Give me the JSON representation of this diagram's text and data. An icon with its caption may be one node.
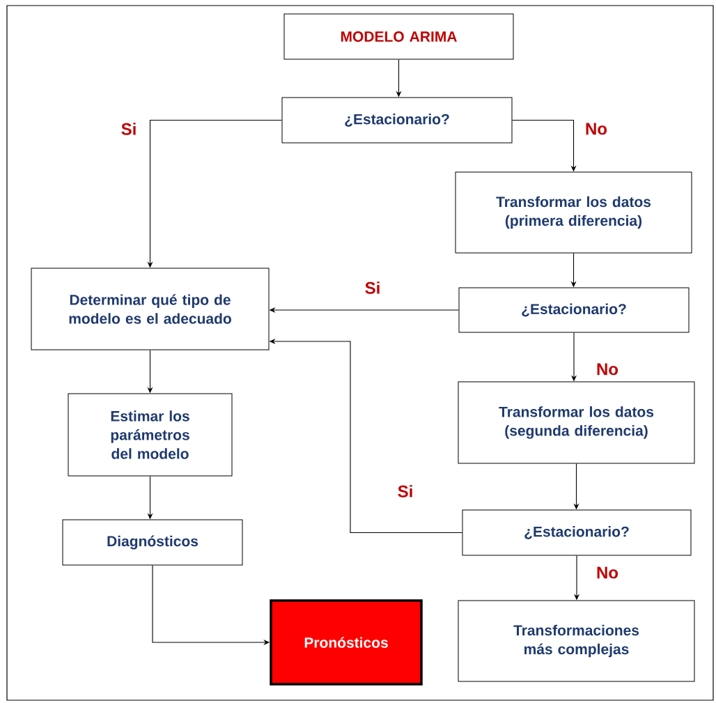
{
  "diagram": {
    "nodes": [
      {
        "text": [
          "MODELO ARIMA"
        ]
      },
      {
        "text": [
          "¿Estacionario?"
        ]
      },
      {
        "text": [
          "Transformar los datos (primera diferencia)"
        ]
      },
      {
        "text": [
          "Determinar qué tipo de modelo es el adecuado"
        ]
      },
      {
        "text": [
          "¿Estacionario?"
        ]
      },
      {
        "text": [
          "Estimar los parámetros del modelo"
        ]
      },
      {
        "text": [
          "Transformar los datos (segunda diferencia)"
        ]
      },
      {
        "text": [
          "Diagnósticos"
        ]
      },
      {
        "text": [
          "¿Estacionario?"
        ]
      },
      {
        "text": [
          "Pronósticos"
        ]
      },
      {
        "text": [
          "Transformaciones más complejas"
        ]
      }
    ],
    "edges": [
      {
        "from": 0,
        "to": 1,
        "arrow": "to"
      },
      {
        "from": 1,
        "to": 3,
        "arrow": "to",
        "label": "Si"
      },
      {
        "from": 1,
        "to": 2,
        "arrow": "to",
        "label": "No"
      },
      {
        "from": 2,
        "to": 4,
        "arrow": "to"
      },
      {
        "from": 4,
        "to": 3,
        "arrow": "to",
        "label": "Si"
      },
      {
        "from": 4,
        "to": 6,
        "arrow": "to",
        "label": "No"
      },
      {
        "from": 6,
        "to": 8,
        "arrow": "to"
      },
      {
        "from": 8,
        "to": 3,
        "arrow": "to",
        "label": "Si"
      },
      {
        "from": 8,
        "to": 10,
        "arrow": "to",
        "label": "No"
      },
      {
        "from": 3,
        "to": 5,
        "arrow": "to"
      },
      {
        "from": 5,
        "to": 7,
        "arrow": "to"
      },
      {
        "from": 7,
        "to": 9,
        "arrow": "to"
      }
    ]
  }
}
